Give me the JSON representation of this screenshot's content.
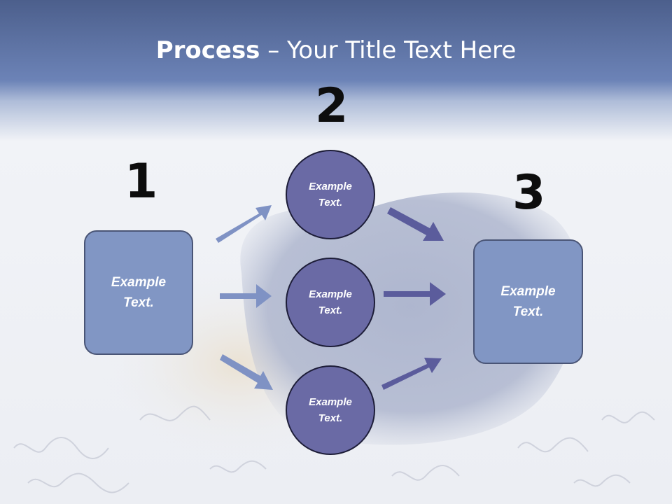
{
  "slide": {
    "title_bold": "Process",
    "title_rest": " – Your Title Text Here"
  },
  "steps": {
    "one": {
      "number": "1",
      "line1": "Example",
      "line2": "Text."
    },
    "two": {
      "number": "2"
    },
    "three": {
      "number": "3",
      "line1": "Example",
      "line2": "Text."
    }
  },
  "circles": [
    {
      "line1": "Example",
      "line2": "Text."
    },
    {
      "line1": "Example",
      "line2": "Text."
    },
    {
      "line1": "Example",
      "line2": "Text."
    }
  ],
  "colors": {
    "box_fill": "#8196c4",
    "circle_fill": "#6a6aa5",
    "arrow_left": "#7f92c4",
    "arrow_right": "#5b5c9c",
    "header_band": "#6b80b3"
  }
}
